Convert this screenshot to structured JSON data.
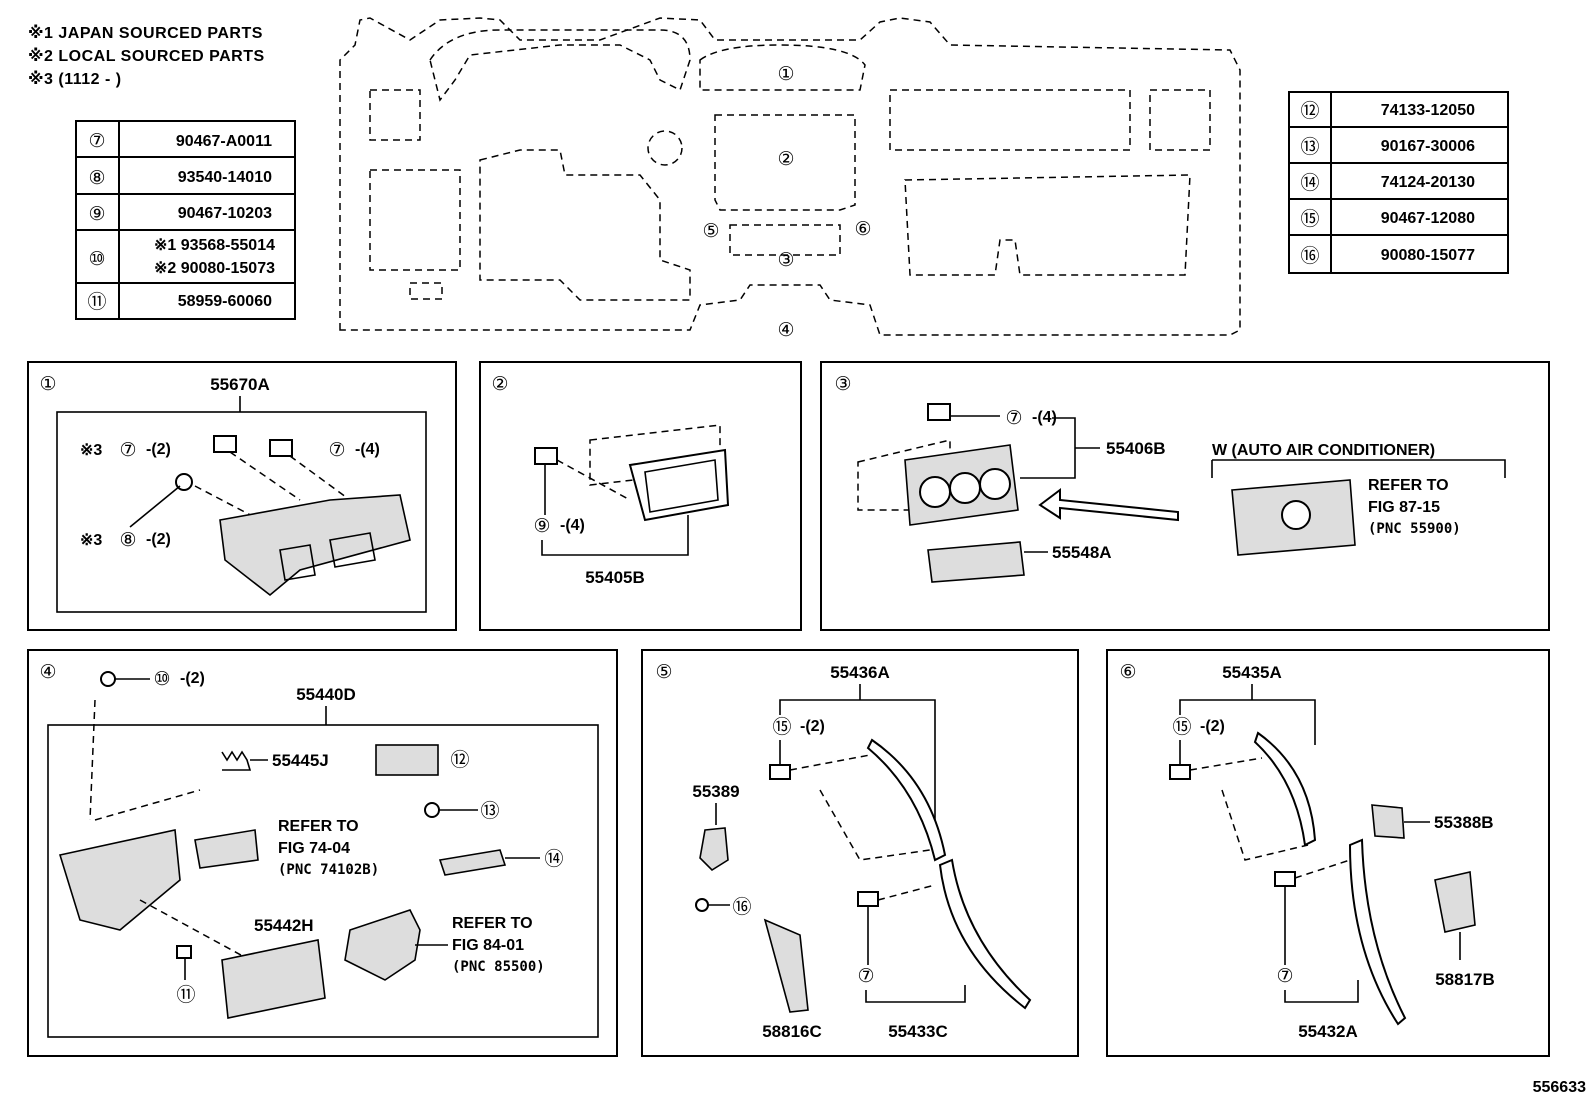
{
  "notes": [
    "※1 JAPAN SOURCED PARTS",
    "※2 LOCAL SOURCED PARTS",
    "※3 (1112 -     )"
  ],
  "left_table": [
    {
      "no": "⑦",
      "part": "90467-A0011"
    },
    {
      "no": "⑧",
      "part": "93540-14010"
    },
    {
      "no": "⑨",
      "part": "90467-10203"
    },
    {
      "no": "⑩",
      "part": "※1 93568-55014",
      "part2": "※2 90080-15073"
    },
    {
      "no": "⑪",
      "part": "58959-60060"
    }
  ],
  "right_table": [
    {
      "no": "⑫",
      "part": "74133-12050"
    },
    {
      "no": "⑬",
      "part": "90167-30006"
    },
    {
      "no": "⑭",
      "part": "74124-20130"
    },
    {
      "no": "⑮",
      "part": "90467-12080"
    },
    {
      "no": "⑯",
      "part": "90080-15077"
    }
  ],
  "overview_markers": [
    "①",
    "②",
    "③",
    "④",
    "⑤",
    "⑥"
  ],
  "panel1": {
    "num": "①",
    "code": "55670A",
    "s3a": "※3",
    "c7": "⑦",
    "q2": "-(2)",
    "c7b": "⑦",
    "q4": "-(4)",
    "s3b": "※3",
    "c8": "⑧",
    "q2b": "-(2)"
  },
  "panel2": {
    "num": "②",
    "c9": "⑨",
    "q4": "-(4)",
    "code": "55405B"
  },
  "panel3": {
    "num": "③",
    "c7": "⑦",
    "q4": "-(4)",
    "code1": "55406B",
    "code2": "55548A",
    "variant": "W (AUTO AIR CONDITIONER)",
    "ref1": "REFER TO",
    "ref2": "FIG 87-15",
    "ref3": "(PNC 55900)"
  },
  "panel4": {
    "num": "④",
    "c10": "⑩",
    "q2": "-(2)",
    "code": "55440D",
    "code2": "55445J",
    "c12": "⑫",
    "c13": "⑬",
    "c14": "⑭",
    "refA1": "REFER TO",
    "refA2": "FIG 74-04",
    "refA3": "(PNC 74102B)",
    "code3": "55442H",
    "refB1": "REFER TO",
    "refB2": "FIG 84-01",
    "refB3": "(PNC 85500)",
    "c11": "⑪"
  },
  "panel5": {
    "num": "⑤",
    "code": "55436A",
    "c15": "⑮",
    "q2": "-(2)",
    "code2": "55389",
    "c16": "⑯",
    "code3": "58816C",
    "c7": "⑦",
    "code4": "55433C"
  },
  "panel6": {
    "num": "⑥",
    "code": "55435A",
    "c15": "⑮",
    "q2": "-(2)",
    "code2": "55388B",
    "c7": "⑦",
    "code3": "58817B",
    "code4": "55432A"
  },
  "figure_id": "556633"
}
